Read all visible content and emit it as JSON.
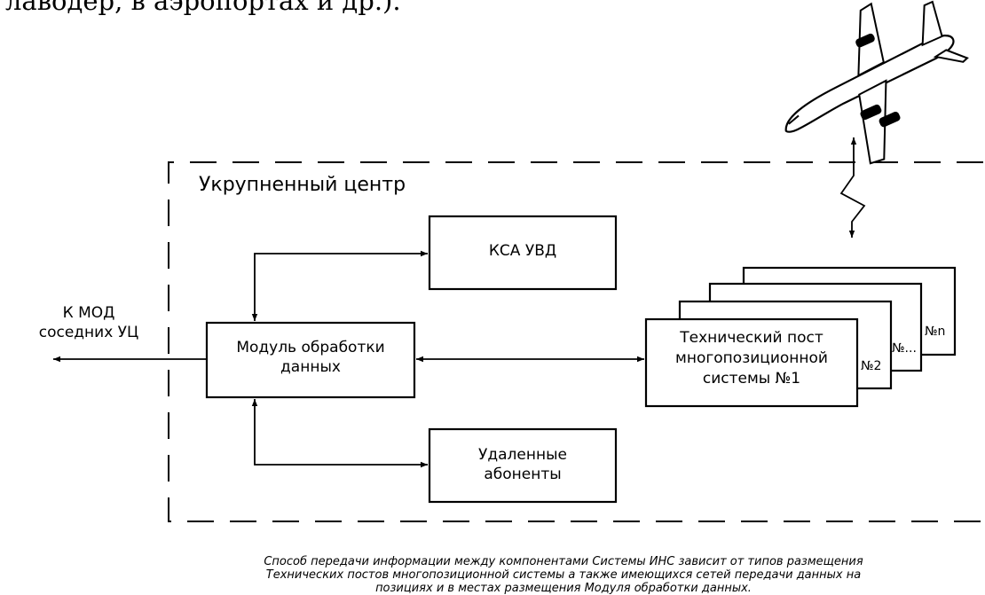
{
  "top_text_fragment": "лаводер, в аэропортах и др.).",
  "region_label": "Укрупненный центр",
  "blocks": {
    "ksa": "КСА УВД",
    "module_line1": "Модуль обработки",
    "module_line2": "данных",
    "remote_line1": "Удаленные",
    "remote_line2": "абоненты",
    "post_line1": "Технический пост",
    "post_line2": "многопозиционной",
    "post_line3": "системы №1"
  },
  "post_numbers": [
    "№2",
    "№...",
    "№n"
  ],
  "external_link_line1": "К МОД",
  "external_link_line2": "соседних УЦ",
  "caption": [
    "Способ передачи информации между компонентами Системы ИНС зависит от типов размещения",
    "Технических постов многопозиционной системы а также имеющихся сетей передачи данных на",
    "позициях и в местах размещения Модуля обработки данных."
  ]
}
